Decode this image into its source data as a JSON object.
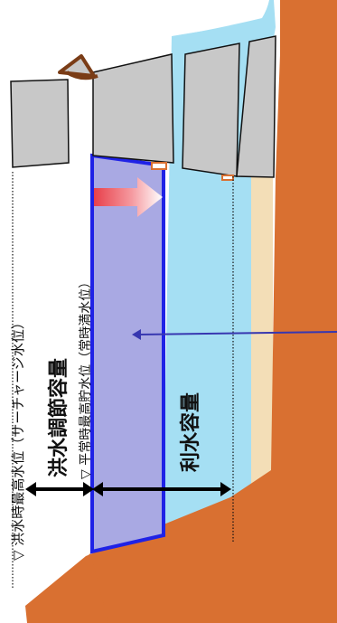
{
  "labels": {
    "surcharge_level": "▽ 洪水時最高水位（サーチャージ水位）",
    "normal_level": "▽ 平常時最高貯水位（常時満水位）",
    "flood_capacity": "洪水調節容量",
    "water_use_capacity": "利水容量"
  },
  "colors": {
    "ground": "#d97031",
    "water": "#a5dff3",
    "sediment": "#f3deb7",
    "gate": "#c8c8c8",
    "flood_volume_fill": "#a9a9e3",
    "flood_volume_border": "#1f22e6",
    "arrow_line": "#3737b0",
    "red_arrow": "#e8404a"
  },
  "icons": {
    "spillway_gate": "radial-gate-icon",
    "outflow_arrow": "gradient-arrow-icon"
  }
}
